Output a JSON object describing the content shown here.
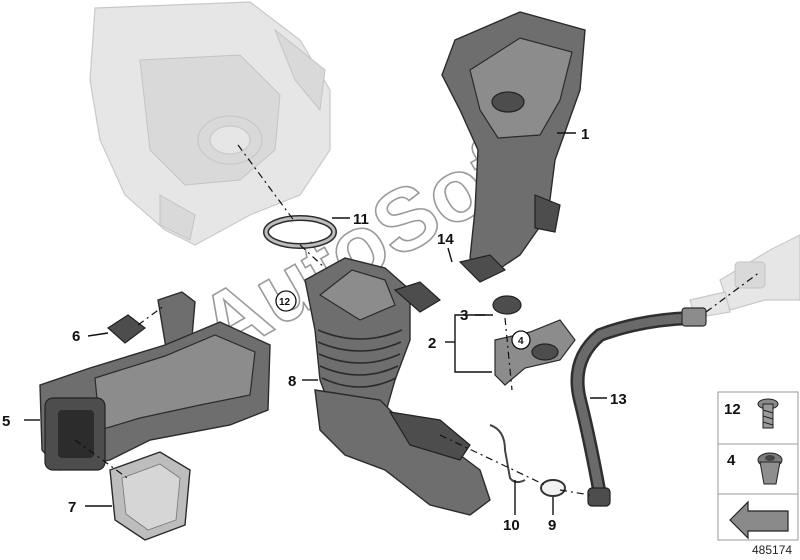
{
  "callouts": {
    "c1": "1",
    "c2": "2",
    "c3": "3",
    "c4": "4",
    "c5": "5",
    "c6": "6",
    "c7": "7",
    "c8": "8",
    "c9": "9",
    "c10": "10",
    "c11": "11",
    "c12": "12",
    "c13": "13",
    "c14": "14"
  },
  "legend": {
    "item_12": "12",
    "item_4": "4"
  },
  "diagram_id": "485174",
  "watermark": "AutoSoft",
  "colors": {
    "part_fill": "#6e6e6e",
    "ghost_fill": "#e6e6e6",
    "outline": "#2b2b2b"
  }
}
